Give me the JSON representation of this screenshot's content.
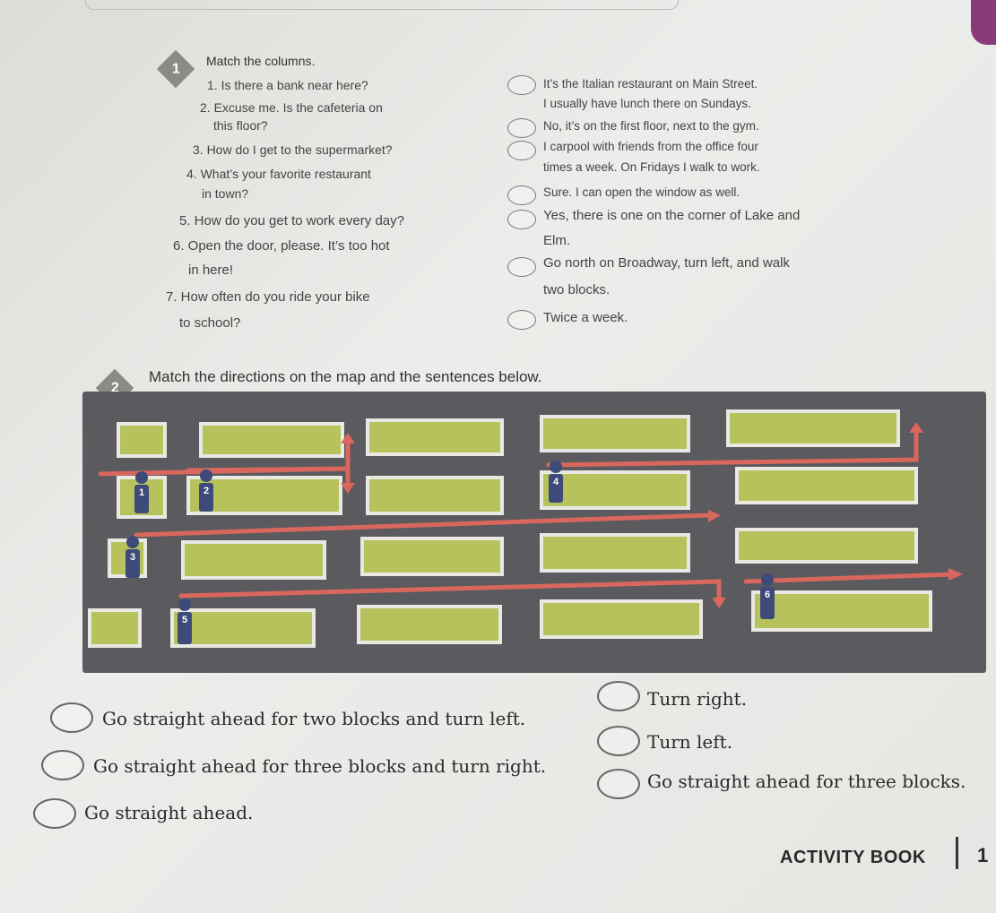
{
  "exercise1": {
    "number": "1",
    "instruction": "Match the columns.",
    "questions": [
      "1. Is there a bank near here?",
      "2. Excuse me. Is the cafeteria on",
      "this floor?",
      "3. How do I get to the supermarket?",
      "4. What’s your favorite restaurant",
      "in town?",
      "5. How do you get to work every day?",
      "6. Open the door, please. It’s too hot",
      "in here!",
      "7. How often do you ride your bike",
      "to school?"
    ],
    "answers": [
      "It’s the Italian restaurant on Main Street.",
      "I usually have lunch there on Sundays.",
      "No, it’s on the first floor, next to the gym.",
      "I carpool with friends from the office four",
      "times a week. On Fridays I walk to work.",
      "Sure. I can open the window as well.",
      "Yes, there is one on the corner of Lake and",
      "Elm.",
      "Go north on Broadway, turn left, and walk",
      "two blocks.",
      "Twice a week."
    ]
  },
  "exercise2": {
    "number": "2",
    "instruction": "Match the directions on the map and the sentences below.",
    "figures": [
      "1",
      "2",
      "3",
      "4",
      "5",
      "6"
    ],
    "sentences_left": [
      "Go straight ahead for two blocks and turn left.",
      "Go straight ahead for three blocks and turn right.",
      "Go straight ahead."
    ],
    "sentences_right": [
      "Turn right.",
      "Turn left.",
      "Go straight ahead for three blocks."
    ]
  },
  "footer": {
    "label": "ACTIVITY BOOK",
    "page": "1"
  },
  "colors": {
    "map_bg": "#5a5a5f",
    "block_green": "#b7c25c",
    "route_red": "#d9675e",
    "badge_gray": "#8a8a86"
  }
}
